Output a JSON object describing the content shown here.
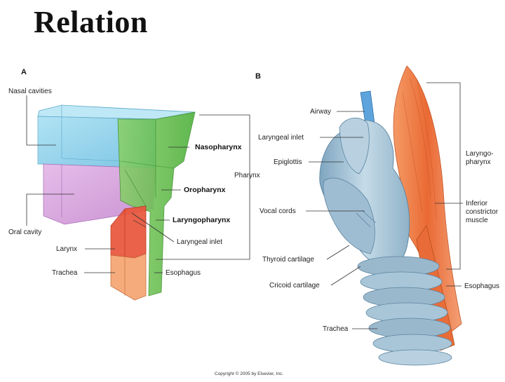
{
  "slide": {
    "title": "Relation"
  },
  "panel_a": {
    "letter": "A",
    "labels": {
      "nasal_cavities": "Nasal  cavities",
      "oral_cavity": "Oral  cavity",
      "larynx": "Larynx",
      "trachea": "Trachea",
      "nasopharynx": "Nasopharynx",
      "oropharynx": "Oropharynx",
      "laryngopharynx": "Laryngopharynx",
      "laryngeal_inlet": "Laryngeal  inlet",
      "esophagus": "Esophagus",
      "pharynx": "Pharynx"
    }
  },
  "panel_b": {
    "letter": "B",
    "labels": {
      "airway": "Airway",
      "laryngeal_inlet": "Laryngeal  inlet",
      "epiglottis": "Epiglottis",
      "vocal_cords": "Vocal  cords",
      "thyroid_cartilage": "Thyroid  cartilage",
      "cricoid_cartilage": "Cricoid  cartilage",
      "trachea": "Trachea",
      "laryngopharynx_1": "Laryngo-",
      "laryngopharynx_2": "pharynx",
      "inferior_1": "Inferior",
      "inferior_2": "constrictor",
      "inferior_3": "muscle",
      "esophagus": "Esophagus"
    }
  },
  "copyright": "Copyright © 2005 by Elsevier, Inc.",
  "colors": {
    "nasal": "#8fd0ea",
    "oral": "#d6a0dc",
    "pharynx_green": "#5ec04a",
    "larynx_red": "#e8553a",
    "trachea_orange": "#f39a66",
    "cartilage_blue": "#a9c6d8",
    "muscle": "#ef7a45"
  }
}
